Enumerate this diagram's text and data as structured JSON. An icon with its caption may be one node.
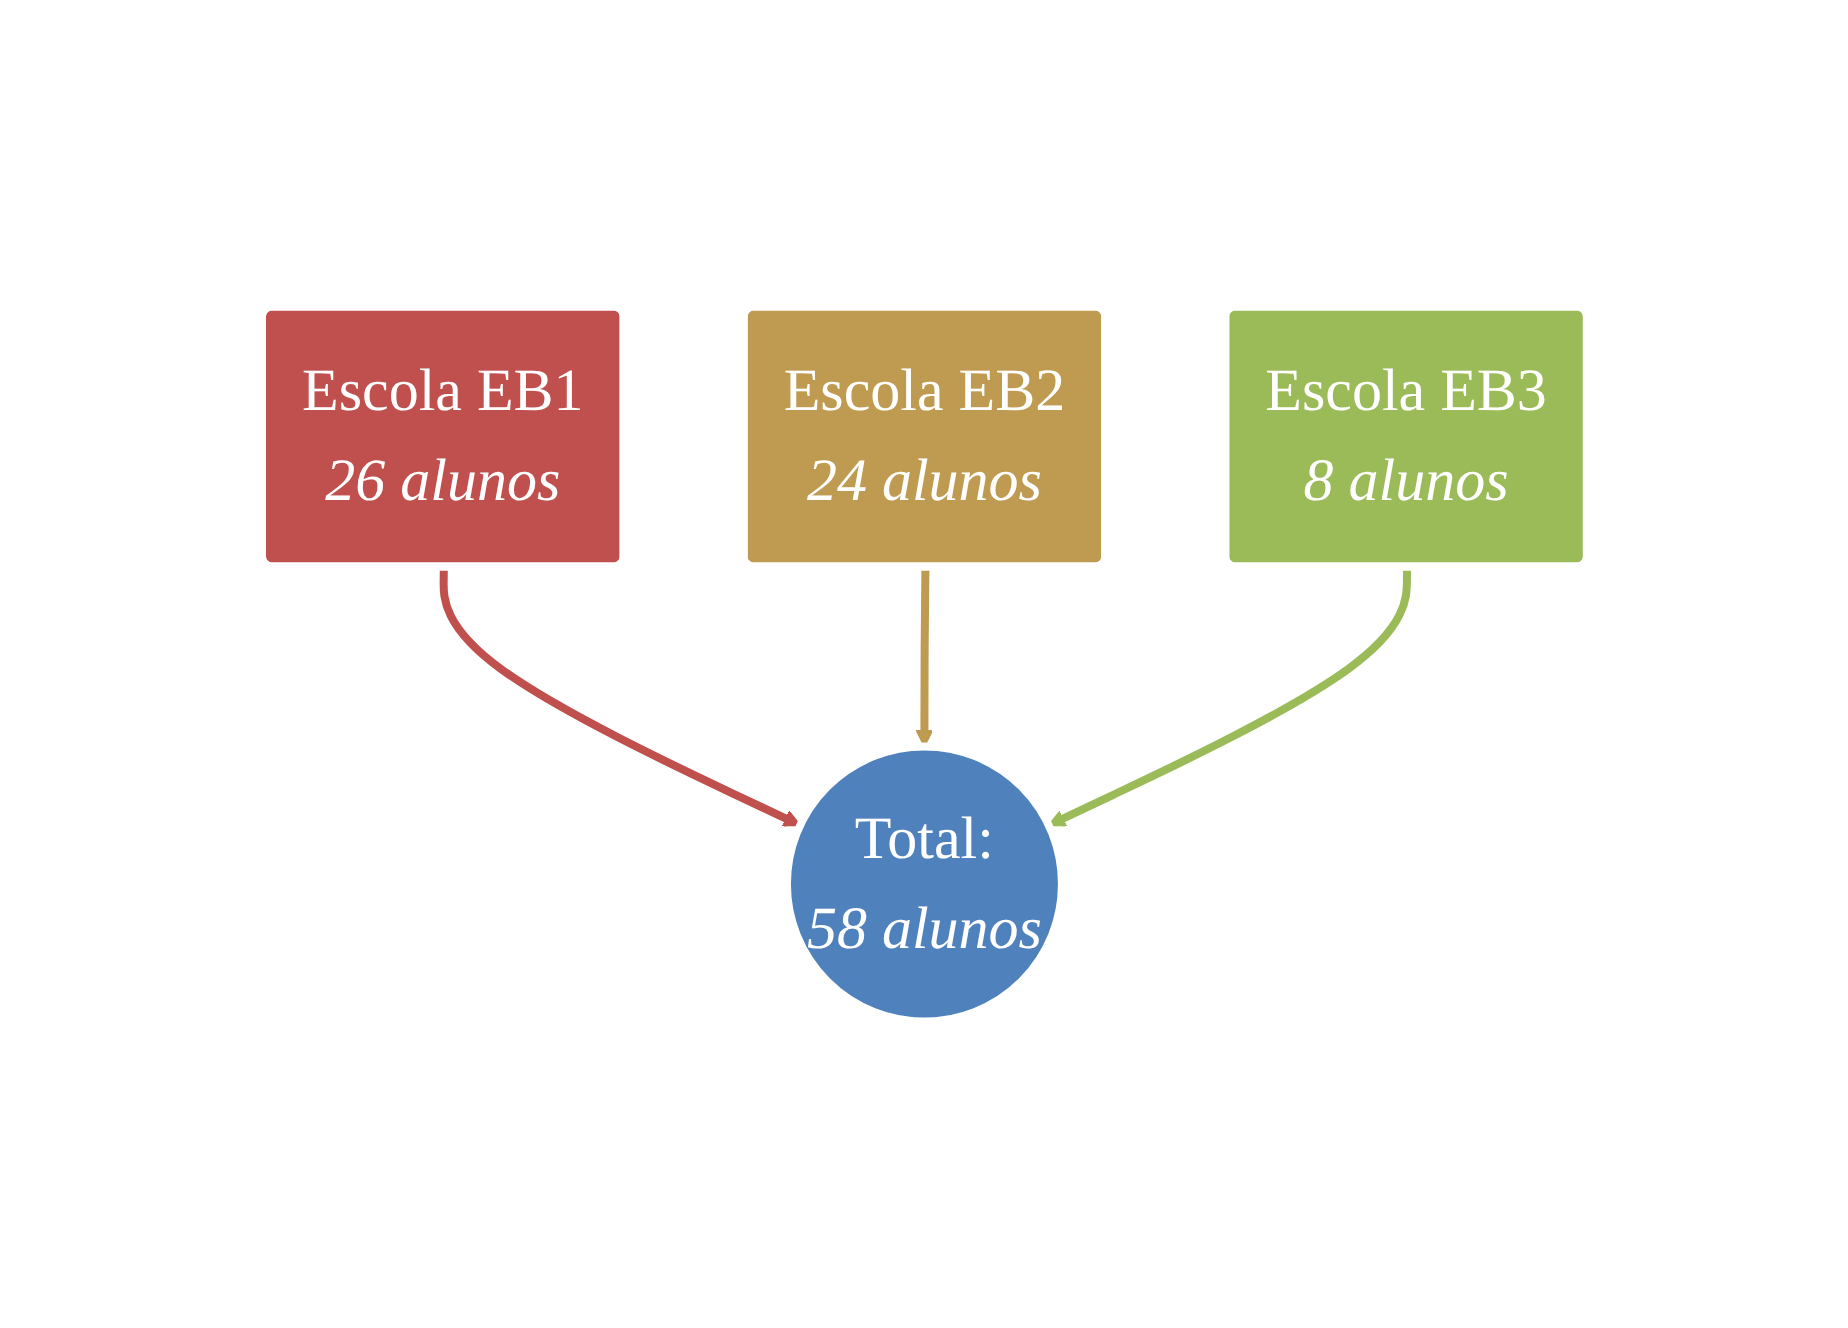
{
  "diagram": {
    "nodes": [
      {
        "text": [
          "Escola EB1",
          "26 alunos"
        ]
      },
      {
        "text": [
          "Escola EB2",
          "24 alunos"
        ]
      },
      {
        "text": [
          "Escola EB3",
          "8 alunos"
        ]
      },
      {
        "text": [
          "Total:",
          "58 alunos"
        ]
      }
    ],
    "edges": [
      {
        "from": 0,
        "to": 3,
        "arrow": "to",
        "color": "#c0504d"
      },
      {
        "from": 1,
        "to": 3,
        "arrow": "to",
        "color": "#bf9b52"
      },
      {
        "from": 2,
        "to": 3,
        "arrow": "to",
        "color": "#9bbb59"
      }
    ]
  }
}
